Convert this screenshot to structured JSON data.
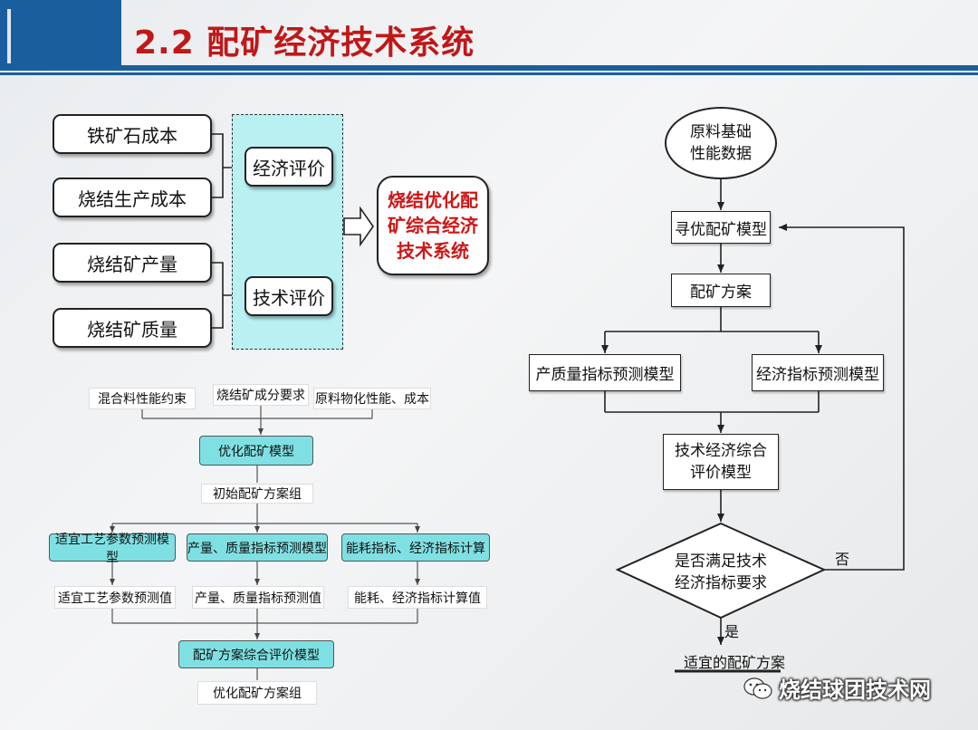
{
  "title": "2.2 配矿经济技术系统",
  "top_left": {
    "inputs": [
      "铁矿石成本",
      "烧结生产成本",
      "烧结矿产量",
      "烧结矿质量"
    ],
    "eval_economic": "经济评价",
    "eval_technical": "技术评价",
    "system": [
      "烧结优化配",
      "矿综合经济",
      "技术系统"
    ]
  },
  "bottom_left": {
    "constraints": [
      "混合料性能约束",
      "烧结矿成分要求",
      "原料物化性能、成本"
    ],
    "opt_model": "优化配矿模型",
    "initial_group": "初始配矿方案组",
    "predict_models": [
      "适宜工艺参数预测模型",
      "产量、质量指标预测模型",
      "能耗指标、经济指标计算"
    ],
    "predict_values": [
      "适宜工艺参数预测值",
      "产量、质量指标预测值",
      "能耗、经济指标计算值"
    ],
    "eval_model": "配矿方案综合评价模型",
    "optimized_group": "优化配矿方案组"
  },
  "right_flow": {
    "start": [
      "原料基础",
      "性能数据"
    ],
    "search_model": "寻优配矿模型",
    "plan": "配矿方案",
    "quality_model": "产质量指标预测模型",
    "economic_model": "经济指标预测模型",
    "tech_econ_model": [
      "技术经济综合",
      "评价模型"
    ],
    "decision": [
      "是否满足技术",
      "经济指标要求"
    ],
    "no_label": "否",
    "yes_label": "是",
    "result": "适宜的配矿方案"
  },
  "watermark": "烧结球团技术网",
  "colors": {
    "header": "#1b5e9e",
    "title": "#c01818",
    "cyan": "#7fe0e3",
    "light_cyan": "#b9f0f2"
  },
  "icons": [
    "wechat-icon"
  ]
}
